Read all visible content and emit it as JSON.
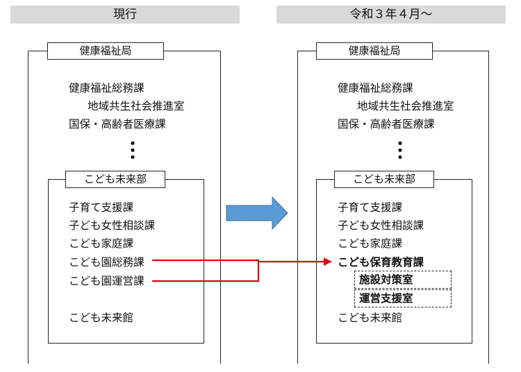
{
  "left": {
    "header": "現行",
    "bureau_label": "健康福祉局",
    "bureau_items": [
      "健康福祉総務課",
      "地域共生社会推進室",
      "国保・高齢者医療課"
    ],
    "dept_label": "こども未来部",
    "dept_items": [
      "子育て支援課",
      "子ども女性相談課",
      "こども家庭課",
      "こども園総務課",
      "こども園運営課",
      "こども未来館"
    ]
  },
  "right": {
    "header": "令和３年４月～",
    "bureau_label": "健康福祉局",
    "bureau_items": [
      "健康福祉総務課",
      "地域共生社会推進室",
      "国保・高齢者医療課"
    ],
    "dept_label": "こども未来部",
    "dept_items": [
      "子育て支援課",
      "子ども女性相談課",
      "こども家庭課",
      "こども保育教育課",
      "こども未来館"
    ],
    "sub_offices": [
      "施設対策室",
      "運営支援室"
    ]
  },
  "colors": {
    "header_bg": "#d9d9d9",
    "arrow_fill": "#5b9bd5",
    "arrow_stroke": "#41719c",
    "connector": "#e0000f"
  }
}
